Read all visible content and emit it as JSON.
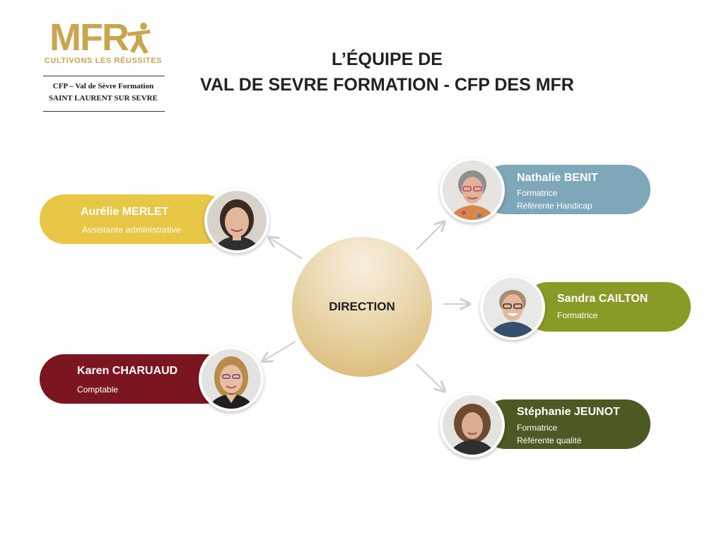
{
  "logo": {
    "letters": "MFR",
    "tagline": "CULTIVONS LES RÉUSSITES",
    "line1": "CFP – Val de Sèvre Formation",
    "line2": "SAINT LAURENT SUR SEVRE",
    "color": "#c9a64e"
  },
  "title": {
    "line1": "L’ÉQUIPE DE",
    "line2": "VAL DE SEVRE FORMATION - CFP DES MFR"
  },
  "center": {
    "label": "DIRECTION"
  },
  "people": {
    "merlet": {
      "name": "Aurélie MERLET",
      "role1": "Assistante administrative",
      "color": "#e8c646"
    },
    "charuaud": {
      "name": "Karen CHARUAUD",
      "role1": "Comptable",
      "color": "#7b1621"
    },
    "benit": {
      "name": "Nathalie BENIT",
      "role1": "Formatrice",
      "role2": "Référente Handicap",
      "color": "#7ea7b9"
    },
    "cailton": {
      "name": "Sandra CAILTON",
      "role1": "Formatrice",
      "color": "#8a9a27"
    },
    "jeunot": {
      "name": "Stéphanie JEUNOT",
      "role1": "Formatrice",
      "role2": "Référente qualité",
      "color": "#4a5a22"
    }
  }
}
